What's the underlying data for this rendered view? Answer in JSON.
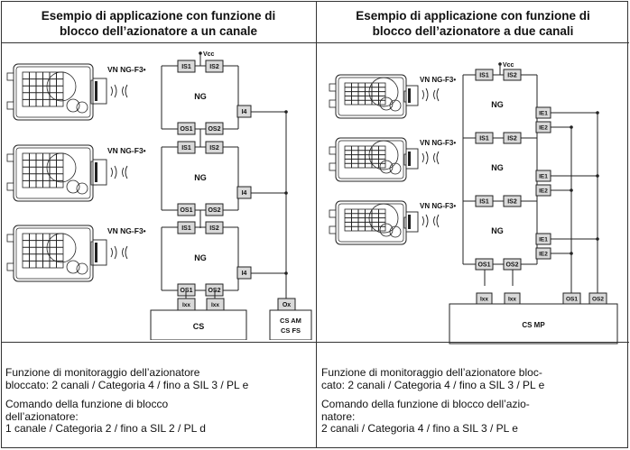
{
  "left": {
    "title_line1": "Esempio di applicazione con funzione di",
    "title_line2": "blocco dell’azionatore a un canale",
    "vcc": "Vcc",
    "device_label": "VN NG-F3•",
    "ng_label": "NG",
    "inputs": [
      "IS1",
      "IS2"
    ],
    "outputs": [
      "OS1",
      "OS2"
    ],
    "i4": "I4",
    "ixx": "Ixx",
    "cs": "CS",
    "ox": "Ox",
    "cs_am": "CS AM",
    "cs_fs": "CS FS",
    "caption1_line1": "Funzione di monitoraggio dell’azionatore",
    "caption1_line2": "bloccato: 2 canali / Categoria 4 / fino a SIL 3 / PL e",
    "caption2_line1": "Comando della funzione di blocco",
    "caption2_line2": "dell’azionatore:",
    "caption2_line3": "1 canale / Categoria 2 / fino a SIL 2 / PL d"
  },
  "right": {
    "title_line1": "Esempio di applicazione con funzione di",
    "title_line2": "blocco dell’azionatore a due canali",
    "vcc": "Vcc",
    "device_label": "VN NG-F3•",
    "ng_label": "NG",
    "inputs": [
      "IS1",
      "IS2"
    ],
    "outputs": [
      "OS1",
      "OS2"
    ],
    "ie": [
      "IE1",
      "IE2"
    ],
    "ixx": "Ixx",
    "os1": "OS1",
    "os2": "OS2",
    "cs_mp": "CS MP",
    "caption1_line1": "Funzione di monitoraggio dell’azionatore bloc-",
    "caption1_line2": "cato: 2 canali / Categoria 4 / fino a SIL 3 / PL e",
    "caption2_line1": "Comando della funzione di blocco dell’azio-",
    "caption2_line2": "natore:",
    "caption2_line3": "2 canali / Categoria 4 / fino a SIL 3 / PL e"
  }
}
